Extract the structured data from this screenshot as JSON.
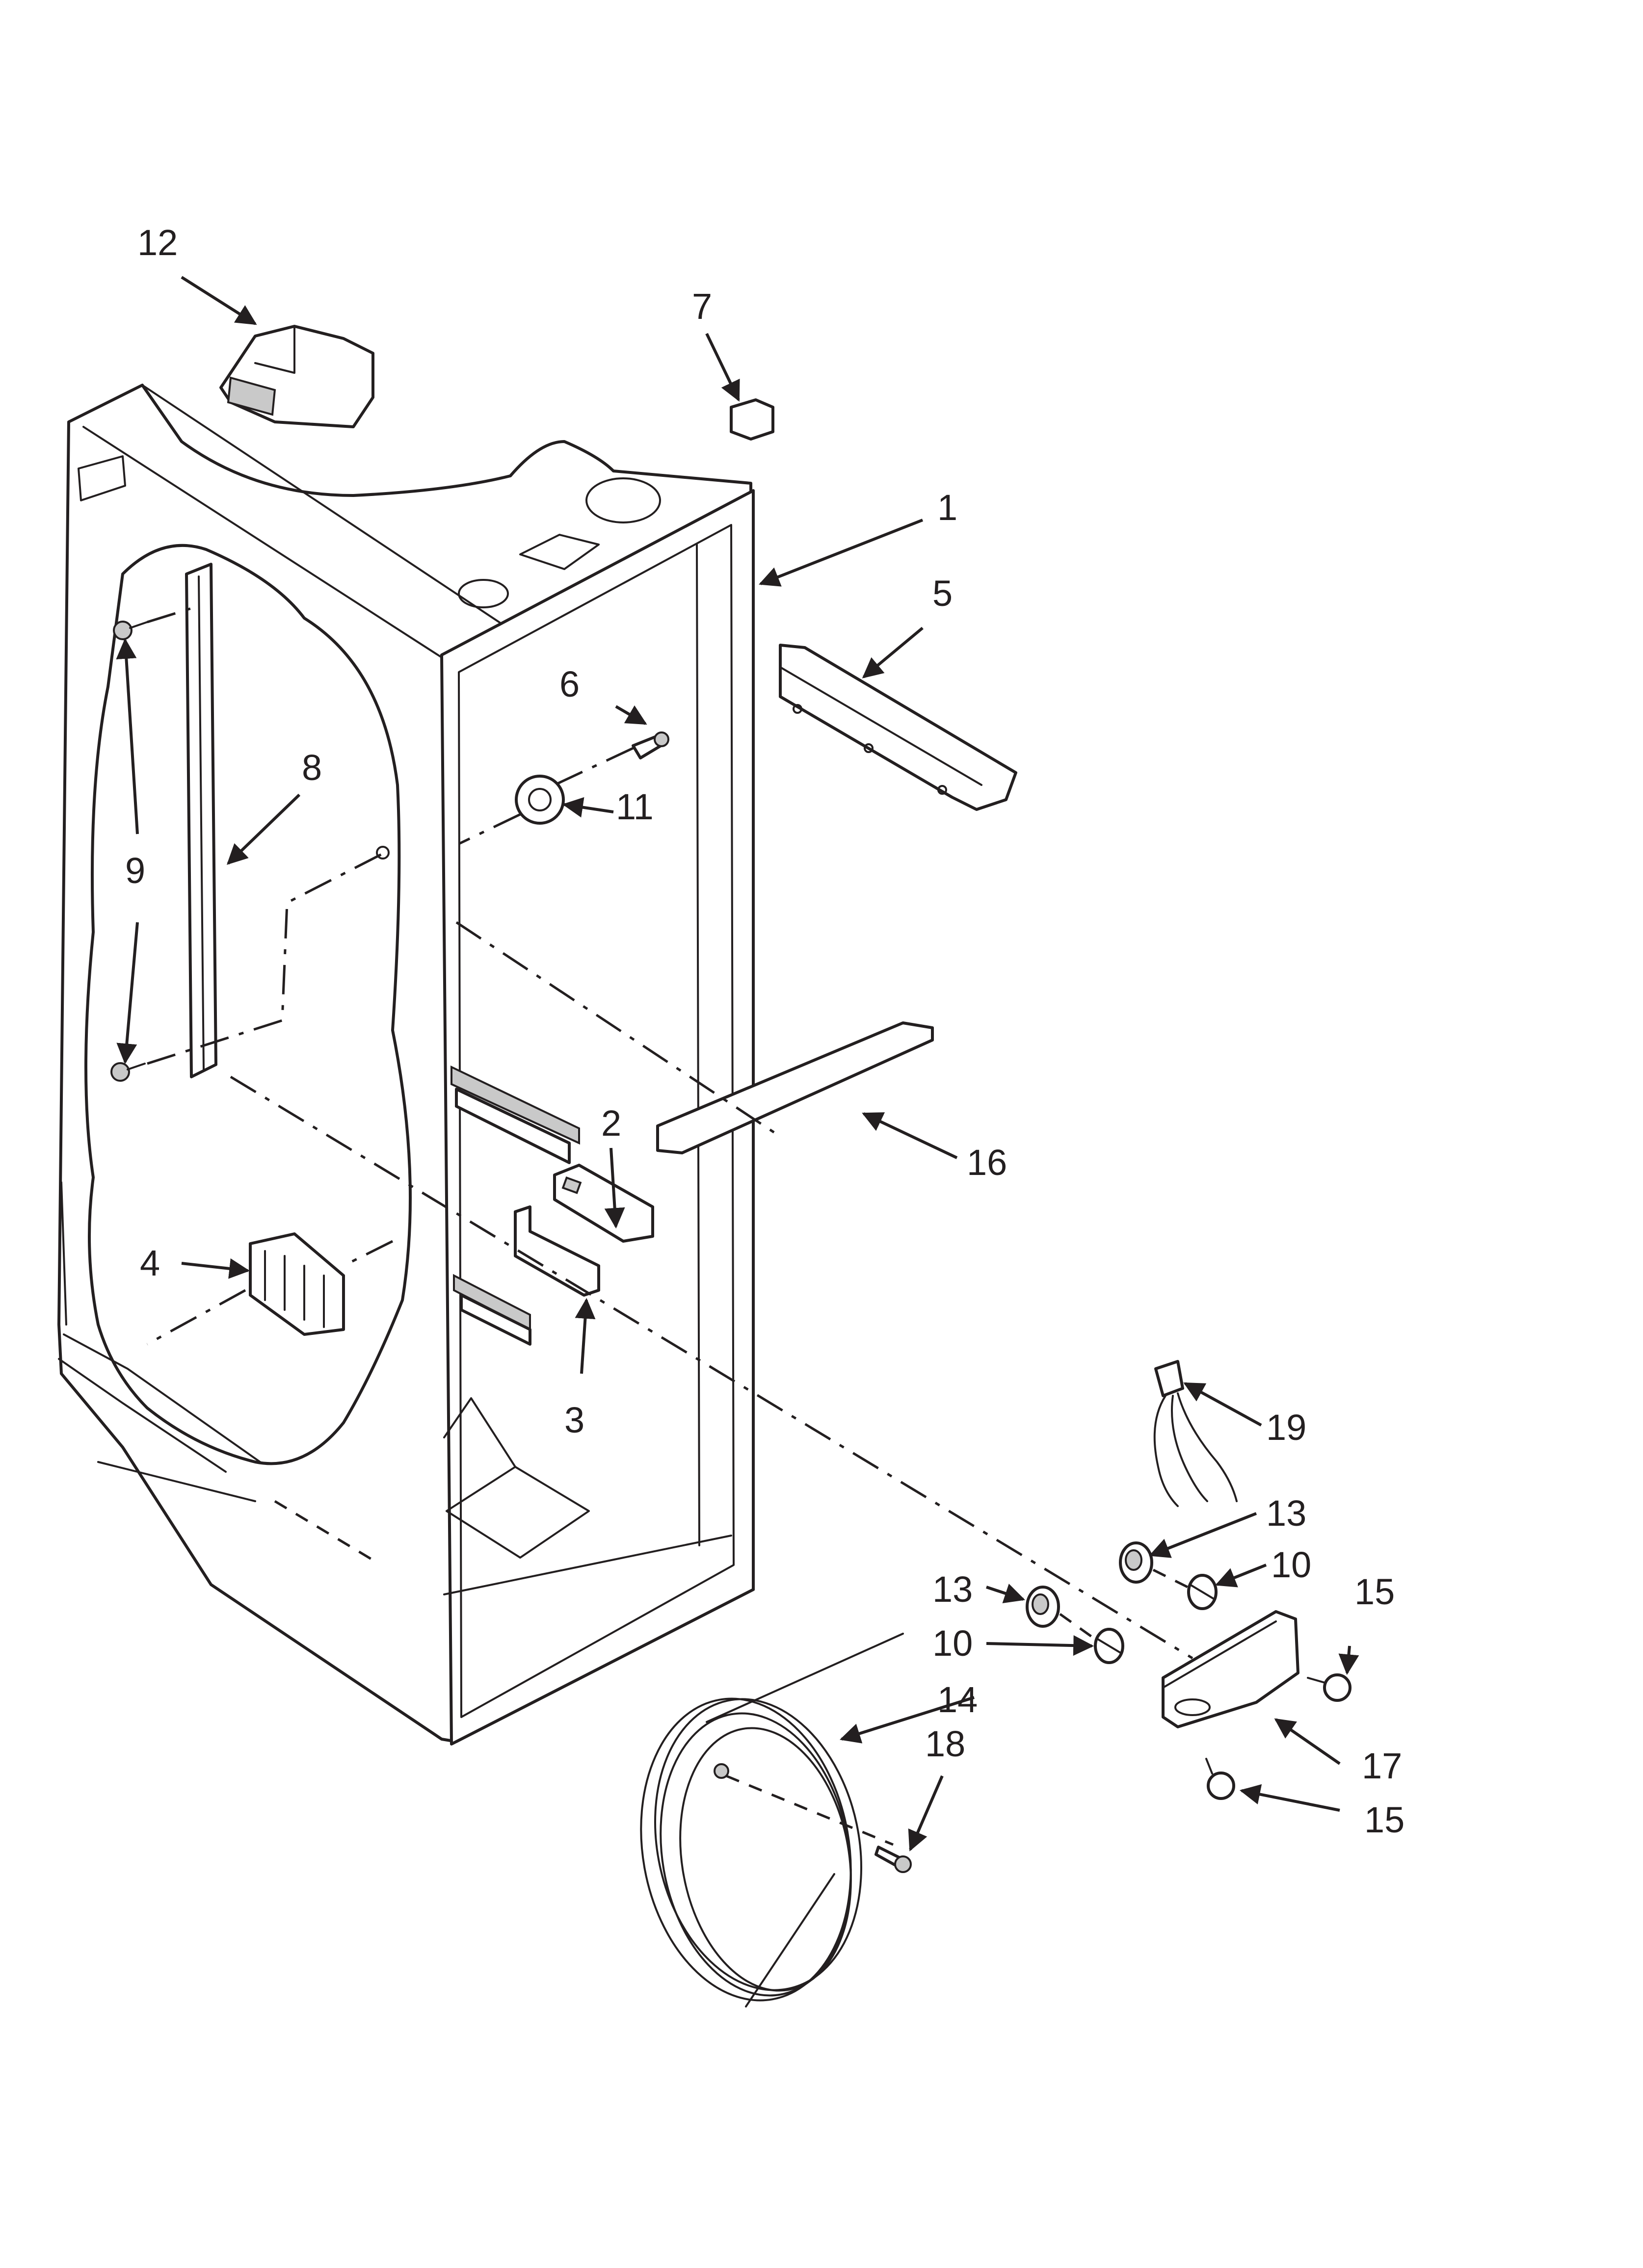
{
  "callouts": [
    {
      "id": "c1",
      "text": "1"
    },
    {
      "id": "c2",
      "text": "2"
    },
    {
      "id": "c3",
      "text": "3"
    },
    {
      "id": "c4",
      "text": "4"
    },
    {
      "id": "c5",
      "text": "5"
    },
    {
      "id": "c6",
      "text": "6"
    },
    {
      "id": "c7",
      "text": "7"
    },
    {
      "id": "c8",
      "text": "8"
    },
    {
      "id": "c9",
      "text": "9"
    },
    {
      "id": "c10a",
      "text": "10"
    },
    {
      "id": "c10b",
      "text": "10"
    },
    {
      "id": "c11",
      "text": "11"
    },
    {
      "id": "c12",
      "text": "12"
    },
    {
      "id": "c13a",
      "text": "13"
    },
    {
      "id": "c13b",
      "text": "13"
    },
    {
      "id": "c14",
      "text": "14"
    },
    {
      "id": "c15a",
      "text": "15"
    },
    {
      "id": "c15b",
      "text": "15"
    },
    {
      "id": "c16",
      "text": "16"
    },
    {
      "id": "c17",
      "text": "17"
    },
    {
      "id": "c18",
      "text": "18"
    },
    {
      "id": "c19",
      "text": "19"
    }
  ],
  "colors": {
    "line": "#231f20",
    "background": "#ffffff",
    "shade": "#c9c9c9"
  }
}
